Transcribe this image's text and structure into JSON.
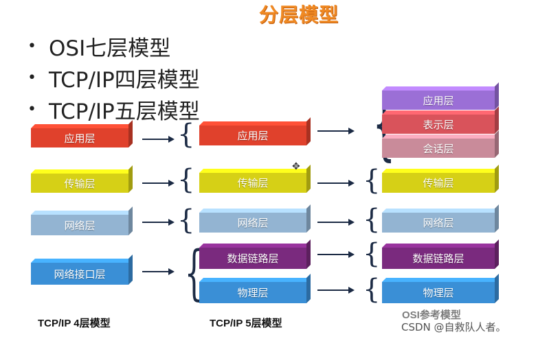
{
  "title": "分层模型",
  "bullets": [
    "OSI七层模型",
    "TCP/IP四层模型",
    "TCP/IP五层模型"
  ],
  "tcp4": {
    "caption": "TCP/IP 4层模型",
    "layers": [
      {
        "label": "应用层",
        "color": "#e0412c"
      },
      {
        "label": "传输层",
        "color": "#d6d016"
      },
      {
        "label": "网络层",
        "color": "#93b4d2"
      },
      {
        "label": "网络接口层",
        "color": "#3a8fd6"
      }
    ]
  },
  "tcp5": {
    "caption": "TCP/IP 5层模型",
    "layers": [
      {
        "label": "应用层",
        "color": "#e0412c"
      },
      {
        "label": "传输层",
        "color": "#d6d016"
      },
      {
        "label": "网络层",
        "color": "#93b4d2"
      },
      {
        "label": "数据链路层",
        "color": "#7a2a7e"
      },
      {
        "label": "物理层",
        "color": "#3a8fd6"
      }
    ]
  },
  "osi": {
    "caption": "OSI参考模型",
    "layers": [
      {
        "label": "应用层",
        "color": "#9b6fd6"
      },
      {
        "label": "表示层",
        "color": "#d9535b"
      },
      {
        "label": "会话层",
        "color": "#c98b9a"
      },
      {
        "label": "传输层",
        "color": "#d6d016"
      },
      {
        "label": "网络层",
        "color": "#93b4d2"
      },
      {
        "label": "数据链路层",
        "color": "#7a2a7e"
      },
      {
        "label": "物理层",
        "color": "#3a8fd6"
      }
    ]
  },
  "watermark": "CSDN @自救队人者。"
}
